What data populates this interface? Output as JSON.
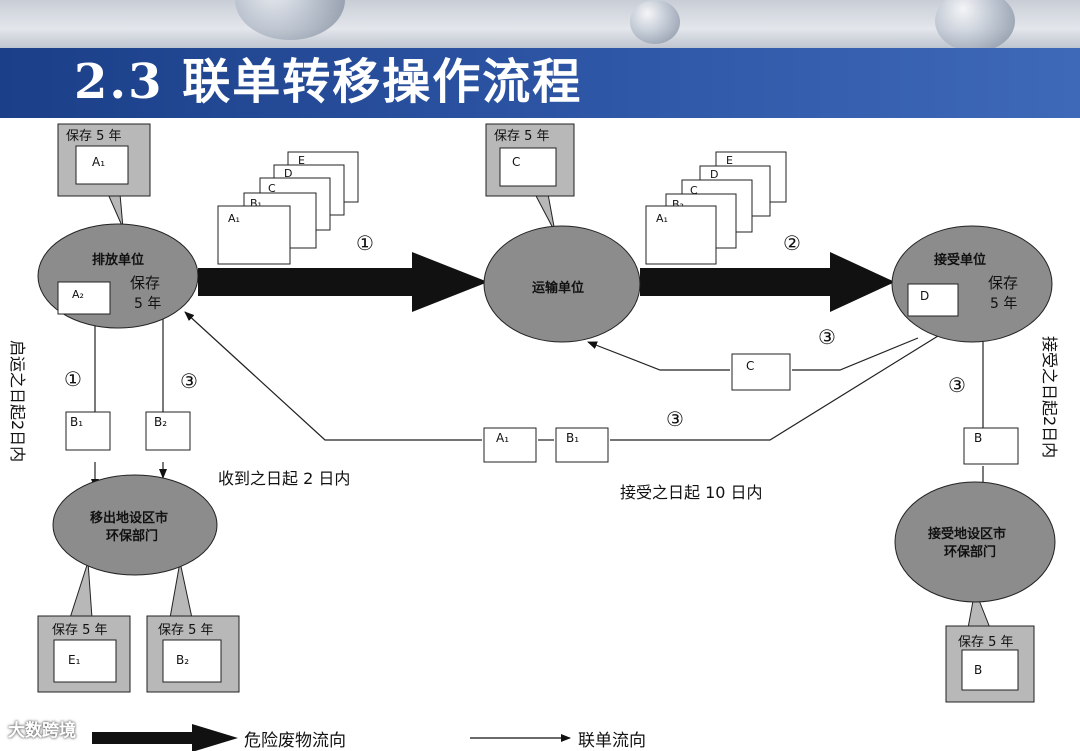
{
  "header": {
    "title": "2.3  联单转移操作流程"
  },
  "nodes": {
    "discharger": {
      "name": "排放单位",
      "keep": "保存",
      "years": "5 年",
      "doc": "A₂"
    },
    "transporter": {
      "name": "运输单位"
    },
    "receiver": {
      "name": "接受单位",
      "keep": "保存",
      "years": "5 年",
      "doc": "D"
    },
    "origin_epb": {
      "line1": "移出地设区市",
      "line2": "环保部门"
    },
    "dest_epb": {
      "line1": "接受地设区市",
      "line2": "环保部门"
    }
  },
  "callouts": {
    "keep_a1": {
      "label": "保存 5 年",
      "doc": "A₁"
    },
    "keep_c": {
      "label": "保存 5 年",
      "doc": "C"
    },
    "keep_e1": {
      "label": "保存 5 年",
      "doc": "E₁"
    },
    "keep_b2": {
      "label": "保存 5 年",
      "doc": "B₂"
    },
    "keep_b": {
      "label": "保存 5 年",
      "doc": "B"
    }
  },
  "stacks": {
    "stack1": [
      "E",
      "D",
      "C",
      "B₁",
      "A₁"
    ],
    "stack2": [
      "E",
      "D",
      "C",
      "B₂",
      "A₁"
    ]
  },
  "docs": {
    "b1": "B₁",
    "b2": "B₂",
    "c_return": "C",
    "a1_return": "A₁",
    "b1_return": "B₁",
    "b_dest": "B"
  },
  "steps": {
    "s1": "①",
    "s2": "②",
    "s3": "③"
  },
  "notes": {
    "from_transport": "启运之日起2日内",
    "received_2days": "收到之日起 2 日内",
    "accept_10days": "接受之日起 10 日内",
    "accept_2days": "接受之日起2日内"
  },
  "legend": {
    "waste_flow": "危险废物流向",
    "form_flow": "联单流向"
  },
  "watermark": "大数跨境",
  "colors": {
    "banner": "#2b51a0",
    "node_fill": "#8c8c8c",
    "callout_fill": "#b8b8b8"
  }
}
